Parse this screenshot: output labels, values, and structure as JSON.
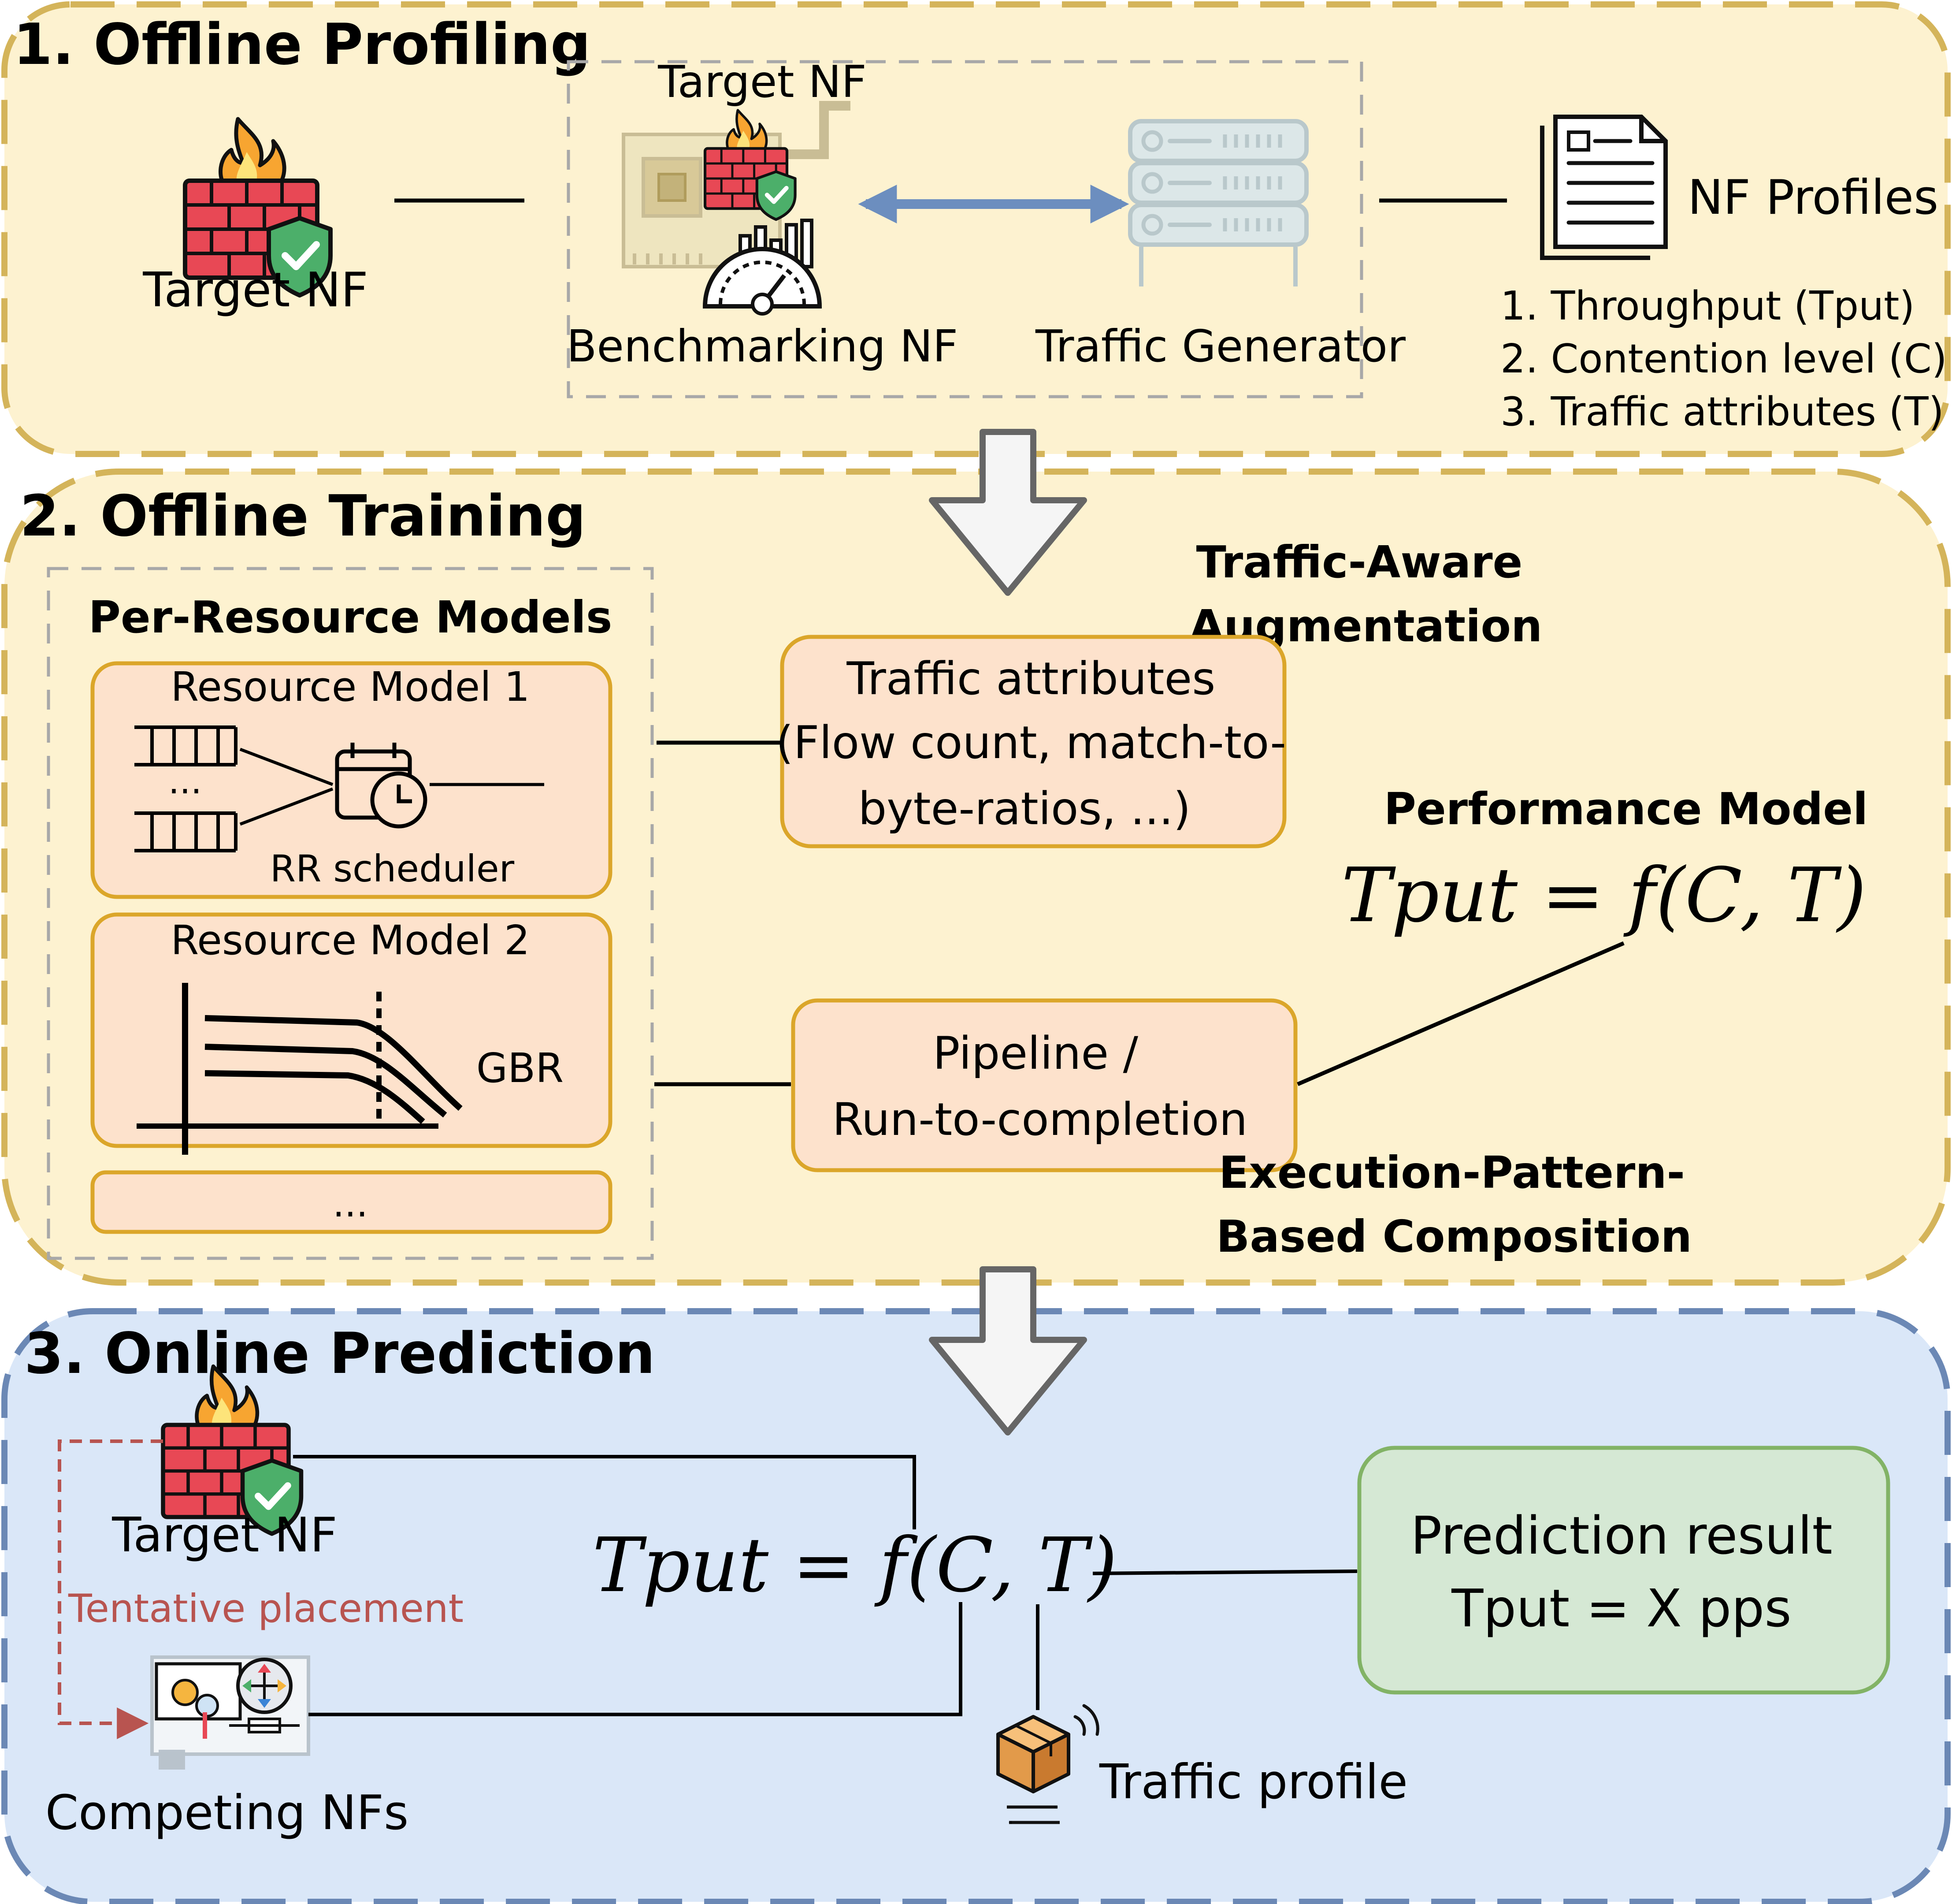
{
  "sections": {
    "profiling": {
      "title": "1. Offline Profiling",
      "target_nf_label": "Target NF",
      "bench_target_label": "Target NF",
      "benchmarking_label": "Benchmarking NF",
      "traffic_generator_label": "Traffic Generator",
      "nf_profiles_label": "NF Profiles",
      "profile_items": [
        "1. Throughput (Tput)",
        "2. Contention level (C)",
        "3. Traffic attributes (T)"
      ]
    },
    "training": {
      "title": "2. Offline Training",
      "per_resource_title": "Per-Resource Models",
      "resource_model_1": "Resource Model 1",
      "queue_dots": "...",
      "rr_scheduler": "RR scheduler",
      "resource_model_2": "Resource Model 2",
      "gbr": "GBR",
      "more_models": "...",
      "augmentation_line1": "Traffic-Aware",
      "augmentation_line2": "Augmentation",
      "traffic_attr_lines": [
        "Traffic attributes",
        "(Flow count, match-to-",
        "byte-ratios, ...)"
      ],
      "performance_model_title": "Performance Model",
      "formula": "Tput = f(C, T)",
      "pipeline_lines": [
        "Pipeline /",
        "Run-to-completion"
      ],
      "composition_line1": "Execution-Pattern-",
      "composition_line2": "Based Composition"
    },
    "prediction": {
      "title": "3. Online Prediction",
      "target_nf_label": "Target NF",
      "tentative_placement": "Tentative placement",
      "competing_nfs": "Competing NFs",
      "formula": "Tput = f(C, T)",
      "traffic_profile": "Traffic profile",
      "result_lines": [
        "Prediction result",
        "Tput = X pps"
      ]
    }
  },
  "colors": {
    "yellow_fill": "#fdf2d0",
    "yellow_border": "#d4b45a",
    "blue_fill": "#dae7f8",
    "blue_border": "#6b88b5",
    "orange_fill": "#fde2cc",
    "orange_border": "#dba62a",
    "green_fill": "#d5e8d4",
    "green_border": "#82b366",
    "red_dashed": "#b85450",
    "bidir_arrow": "#6c8ebf"
  }
}
